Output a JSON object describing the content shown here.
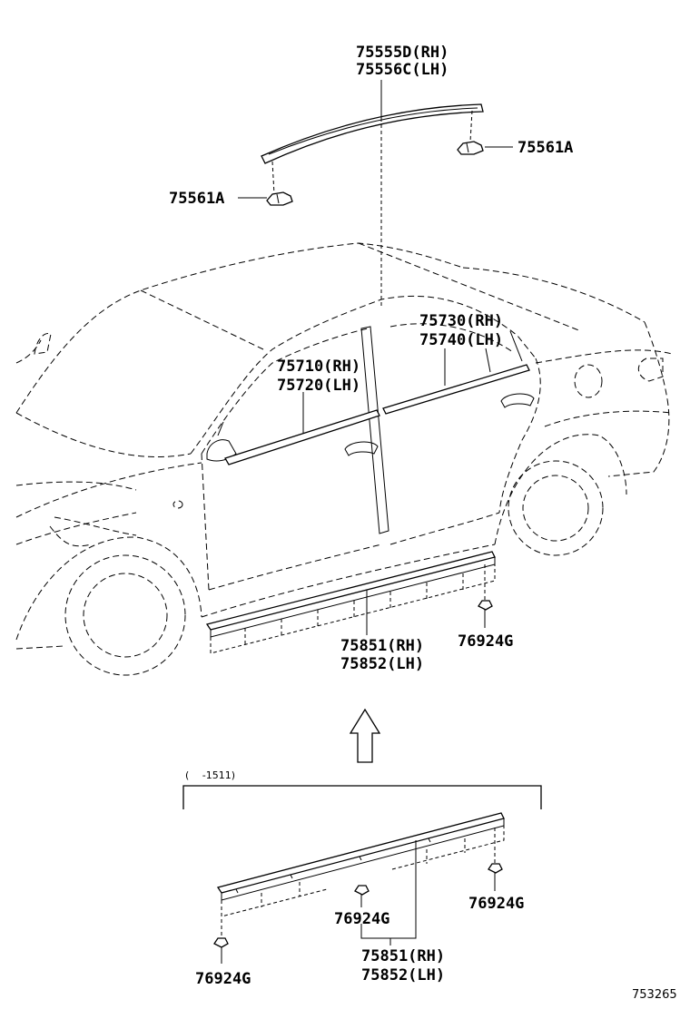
{
  "labels": {
    "roof_rh": "75555D(RH)",
    "roof_lh": "75556C(LH)",
    "clip_right": "75561A",
    "clip_left": "75561A",
    "rear_door_rh": "75730(RH)",
    "rear_door_lh": "75740(LH)",
    "front_door_rh": "75710(RH)",
    "front_door_lh": "75720(LH)",
    "rocker_rh": "75851(RH)",
    "rocker_lh": "75852(LH)",
    "rocker_clip": "76924G",
    "date_range": "(　 -1511)",
    "inset_clip_right": "76924G",
    "inset_clip_mid": "76924G",
    "inset_clip_left": "76924G",
    "inset_rocker_rh": "75851(RH)",
    "inset_rocker_lh": "75852(LH)",
    "diagram_number": "753265"
  }
}
